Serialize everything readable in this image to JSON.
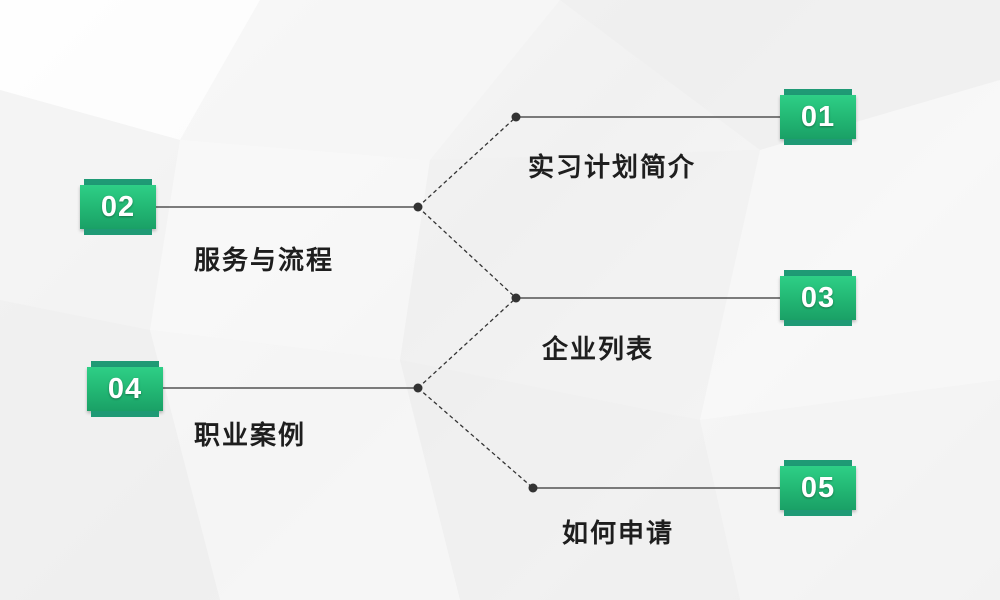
{
  "items": [
    {
      "number": "01",
      "label": "实习计划简介"
    },
    {
      "number": "02",
      "label": "服务与流程"
    },
    {
      "number": "03",
      "label": "企业列表"
    },
    {
      "number": "04",
      "label": "职业案例"
    },
    {
      "number": "05",
      "label": "如何申请"
    }
  ],
  "colors": {
    "badge_green": "#24bb77",
    "badge_dark": "#1f9a75",
    "line": "#333333",
    "text": "#1e1e1e"
  }
}
